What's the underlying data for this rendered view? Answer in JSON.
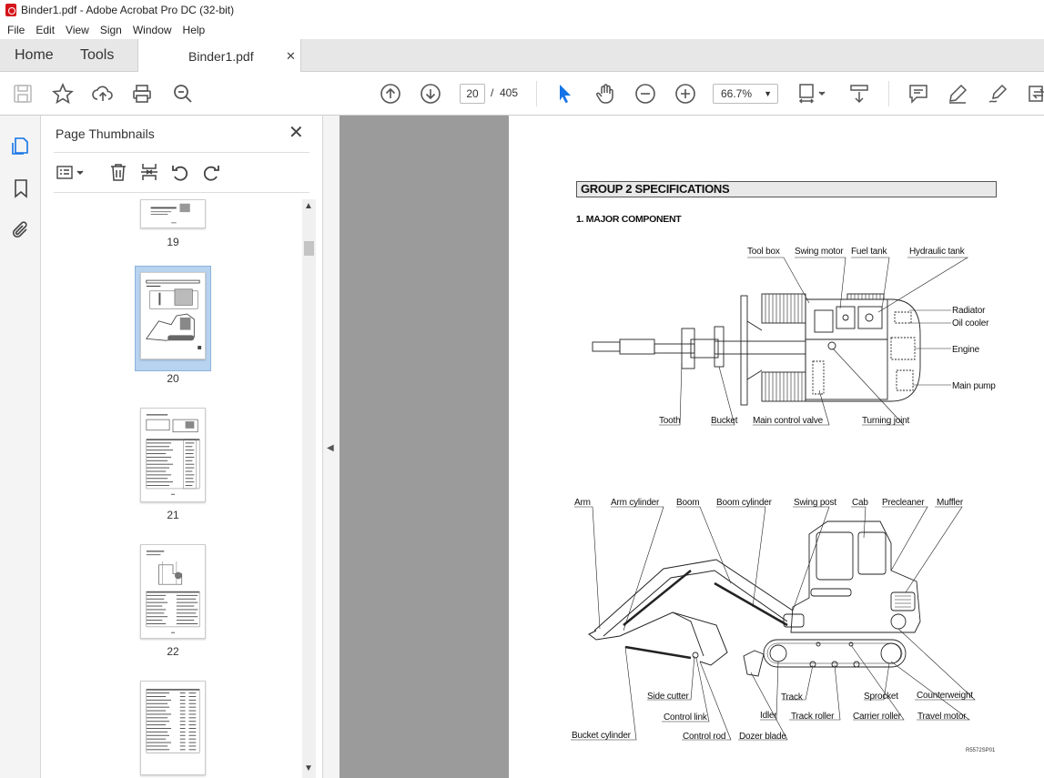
{
  "window": {
    "title": "Binder1.pdf - Adobe Acrobat Pro DC (32-bit)"
  },
  "menu": [
    "File",
    "Edit",
    "View",
    "Sign",
    "Window",
    "Help"
  ],
  "tabs": {
    "home": "Home",
    "tools": "Tools",
    "document": "Binder1.pdf"
  },
  "toolbar": {
    "current_page": "20",
    "page_separator": "/",
    "total_pages": "405",
    "zoom": "66.7%"
  },
  "panel": {
    "title": "Page Thumbnails",
    "thumbnails": [
      {
        "label": "19"
      },
      {
        "label": "20",
        "selected": true
      },
      {
        "label": "21"
      },
      {
        "label": "22"
      }
    ]
  },
  "document": {
    "heading": "GROUP 2 SPECIFICATIONS",
    "subheading": "1. MAJOR COMPONENT",
    "top_view_labels": [
      "Tool box",
      "Swing motor",
      "Fuel tank",
      "Hydraulic tank",
      "Radiator",
      "Oil cooler",
      "Engine",
      "Main pump",
      "Tooth",
      "Bucket",
      "Main control valve",
      "Turning joint"
    ],
    "side_view_labels": [
      "Arm",
      "Arm cylinder",
      "Boom",
      "Boom cylinder",
      "Swing post",
      "Cab",
      "Precleaner",
      "Muffler",
      "Side cutter",
      "Track",
      "Sprocket",
      "Counterweight",
      "Control link",
      "Idler",
      "Track roller",
      "Carrier roller",
      "Travel motor",
      "Bucket cylinder",
      "Control rod",
      "Dozer blade"
    ],
    "figure_code": "R5572SP01"
  }
}
